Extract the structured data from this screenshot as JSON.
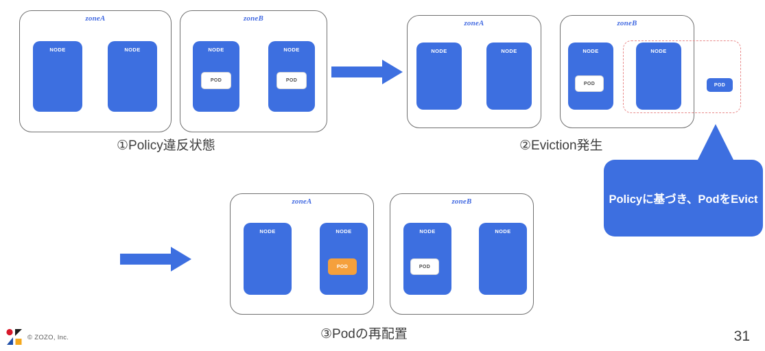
{
  "slide": {
    "page_number": "31",
    "copyright": "© ZOZO, Inc.",
    "colors": {
      "node_blue": "#3D6FE0",
      "pod_orange": "#F5A03C",
      "pod_white": "#FFFFFF",
      "evict_dashed_red": "#E98B8B",
      "zone_border_gray": "#6F6F6F",
      "zone_label_blue": "#4169E1",
      "arrow_blue": "#3D6FE0"
    }
  },
  "steps": [
    {
      "id": "step1",
      "caption": "①Policy違反状態",
      "zones": [
        {
          "label": "zoneA",
          "nodes": [
            {
              "label": "NODE",
              "pod": null
            },
            {
              "label": "NODE",
              "pod": null
            }
          ]
        },
        {
          "label": "zoneB",
          "nodes": [
            {
              "label": "NODE",
              "pod": {
                "label": "POD",
                "style": "white"
              }
            },
            {
              "label": "NODE",
              "pod": {
                "label": "POD",
                "style": "white"
              }
            }
          ]
        }
      ]
    },
    {
      "id": "step2",
      "caption": "②Eviction発生",
      "zones": [
        {
          "label": "zoneA",
          "nodes": [
            {
              "label": "NODE",
              "pod": null
            },
            {
              "label": "NODE",
              "pod": null
            }
          ]
        },
        {
          "label": "zoneB",
          "nodes": [
            {
              "label": "NODE",
              "pod": {
                "label": "POD",
                "style": "white"
              }
            },
            {
              "label": "NODE",
              "pod": null
            }
          ]
        }
      ],
      "evicted_pod": {
        "label": "POD",
        "style": "blue"
      }
    },
    {
      "id": "step3",
      "caption": "③Podの再配置",
      "zones": [
        {
          "label": "zoneA",
          "nodes": [
            {
              "label": "NODE",
              "pod": null
            },
            {
              "label": "NODE",
              "pod": {
                "label": "POD",
                "style": "orange"
              }
            }
          ]
        },
        {
          "label": "zoneB",
          "nodes": [
            {
              "label": "NODE",
              "pod": {
                "label": "POD",
                "style": "white"
              }
            },
            {
              "label": "NODE",
              "pod": null
            }
          ]
        }
      ]
    }
  ],
  "callout": {
    "text": "Policyに基づき、PodをEvict"
  },
  "arrows": [
    {
      "id": "arrow-step1-to-step2"
    },
    {
      "id": "arrow-step2-to-step3"
    }
  ]
}
